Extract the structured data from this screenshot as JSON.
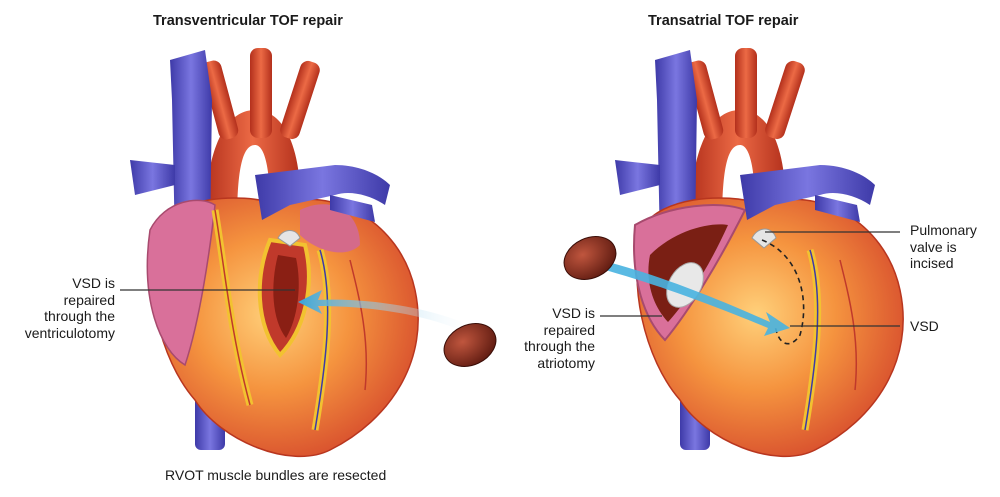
{
  "panels": [
    {
      "title": "Transventricular TOF repair",
      "labels": {
        "vsd": "VSD is\nrepaired\nthrough the\nventriculotomy",
        "rvot": "RVOT muscle bundles are resected"
      }
    },
    {
      "title": "Transatrial TOF repair",
      "labels": {
        "vsd": "VSD is\nrepaired\nthrough the\natriotomy",
        "pulmonary": "Pulmonary\nvalve is\nincised",
        "vsd_short": "VSD"
      }
    }
  ],
  "colors": {
    "vein": "#5b57c8",
    "artery": "#d8462c",
    "heart": "#f07a3a",
    "atrium": "#d46a8a",
    "fat": "#f2c230",
    "patch": "#8a2a1c",
    "flow_arrow": "#48b3e0"
  }
}
